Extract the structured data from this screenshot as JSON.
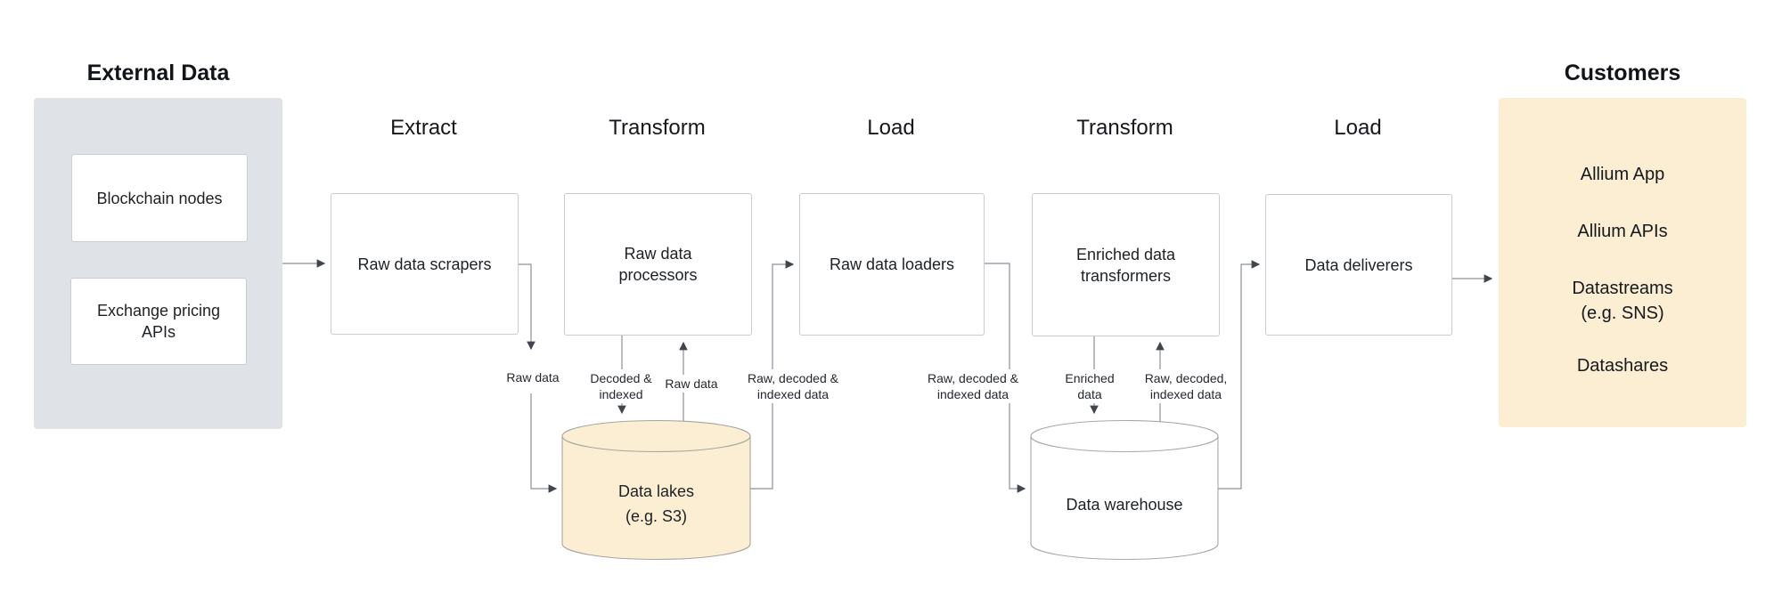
{
  "sections": {
    "external": {
      "title": "External Data",
      "items": [
        "Blockchain nodes",
        "Exchange pricing\nAPIs"
      ]
    },
    "customers": {
      "title": "Customers",
      "items": [
        "Allium App",
        "Allium APIs",
        "Datastreams\n(e.g. SNS)",
        "Datashares"
      ]
    }
  },
  "stages": [
    {
      "label": "Extract",
      "node": "Raw data scrapers"
    },
    {
      "label": "Transform",
      "node": "Raw data\nprocessors"
    },
    {
      "label": "Load",
      "node": "Raw data loaders"
    },
    {
      "label": "Transform",
      "node": "Enriched data\ntransformers"
    },
    {
      "label": "Load",
      "node": "Data deliverers"
    }
  ],
  "datastores": [
    {
      "label": "Data lakes\n(e.g. S3)"
    },
    {
      "label": "Data warehouse"
    }
  ],
  "edge_labels": {
    "raw_data_out": "Raw data",
    "decoded_indexed": "Decoded &\nindexed",
    "raw_data_in": "Raw data",
    "raw_decoded_indexed_1": "Raw, decoded &\nindexed data",
    "raw_decoded_indexed_2": "Raw, decoded &\nindexed data",
    "enriched_data": "Enriched\ndata",
    "raw_decoded_indexed_3": "Raw, decoded,\nindexed data"
  },
  "colors": {
    "panel_gray": "#dfe2e7",
    "panel_cream": "#fbeed3",
    "node_border": "#c7ccd3",
    "connector": "#8b9099",
    "text": "#1d2125"
  }
}
